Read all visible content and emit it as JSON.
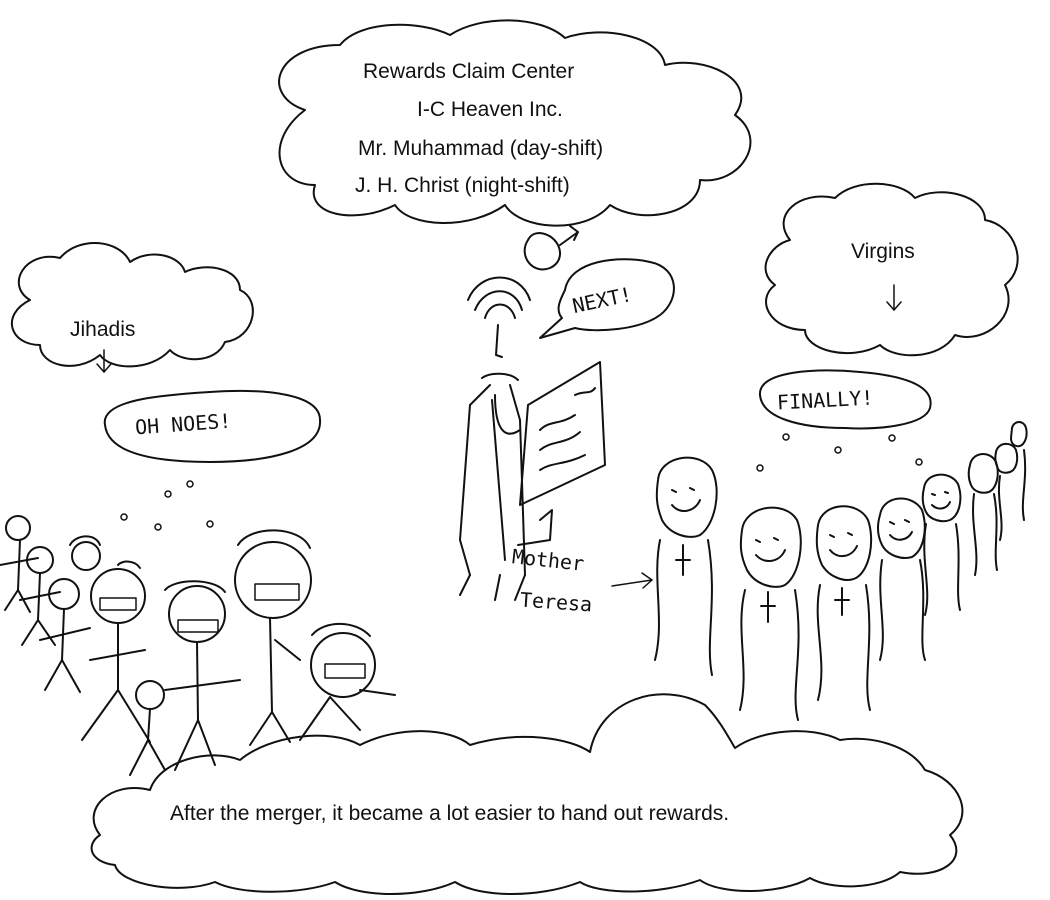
{
  "sign": {
    "line1": "Rewards Claim Center",
    "line2": "I-C Heaven Inc.",
    "line3": "Mr. Muhammad (day-shift)",
    "line4": "J. H. Christ (night-shift)"
  },
  "labels": {
    "jihadis": "Jihadis",
    "virgins": "Virgins",
    "mother_line1": "Mother",
    "mother_line2": "Teresa"
  },
  "speech": {
    "next": "NEXT!",
    "oh_noes": "OH NOES!",
    "finally": "FINALLY!"
  },
  "caption": "After the merger, it became a lot easier to hand out rewards.",
  "colors": {
    "ink": "#111111",
    "paper": "#ffffff"
  }
}
